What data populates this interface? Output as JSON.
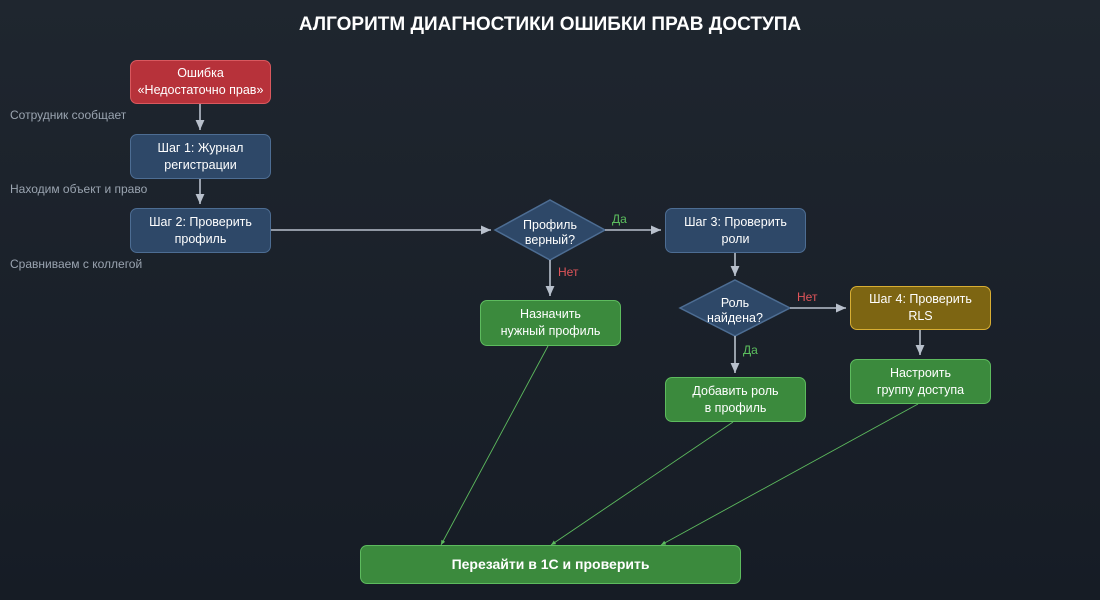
{
  "title": "АЛГОРИТМ ДИАГНОСТИКИ ОШИБКИ ПРАВ ДОСТУПА",
  "nodes": {
    "error": "Ошибка\n«Недостаточно прав»",
    "step1": "Шаг 1: Журнал\nрегистрации",
    "step2": "Шаг 2: Проверить\nпрофиль",
    "profile_check": "Профиль\nверный?",
    "step3": "Шаг 3: Проверить\nроли",
    "assign_profile": "Назначить\nнужный профиль",
    "role_check": "Роль\nнайдена?",
    "step4": "Шаг 4: Проверить\nRLS",
    "add_role": "Добавить роль\nв профиль",
    "setup_group": "Настроить\nгруппу доступа",
    "relogin": "Перезайти в 1С и проверить"
  },
  "notes": {
    "employee_reports": "Сотрудник сообщает",
    "find_object": "Находим объект и право",
    "compare_colleague": "Сравниваем с коллегой"
  },
  "edge_labels": {
    "profile_yes": "Да",
    "profile_no": "Нет",
    "role_no": "Нет",
    "role_yes": "Да"
  },
  "colors": {
    "error": "#b7323a",
    "step": "#2e4868",
    "action": "#3b8a3d",
    "rls": "#7d6512",
    "yes": "#5cbf5e",
    "no": "#e0555a"
  }
}
